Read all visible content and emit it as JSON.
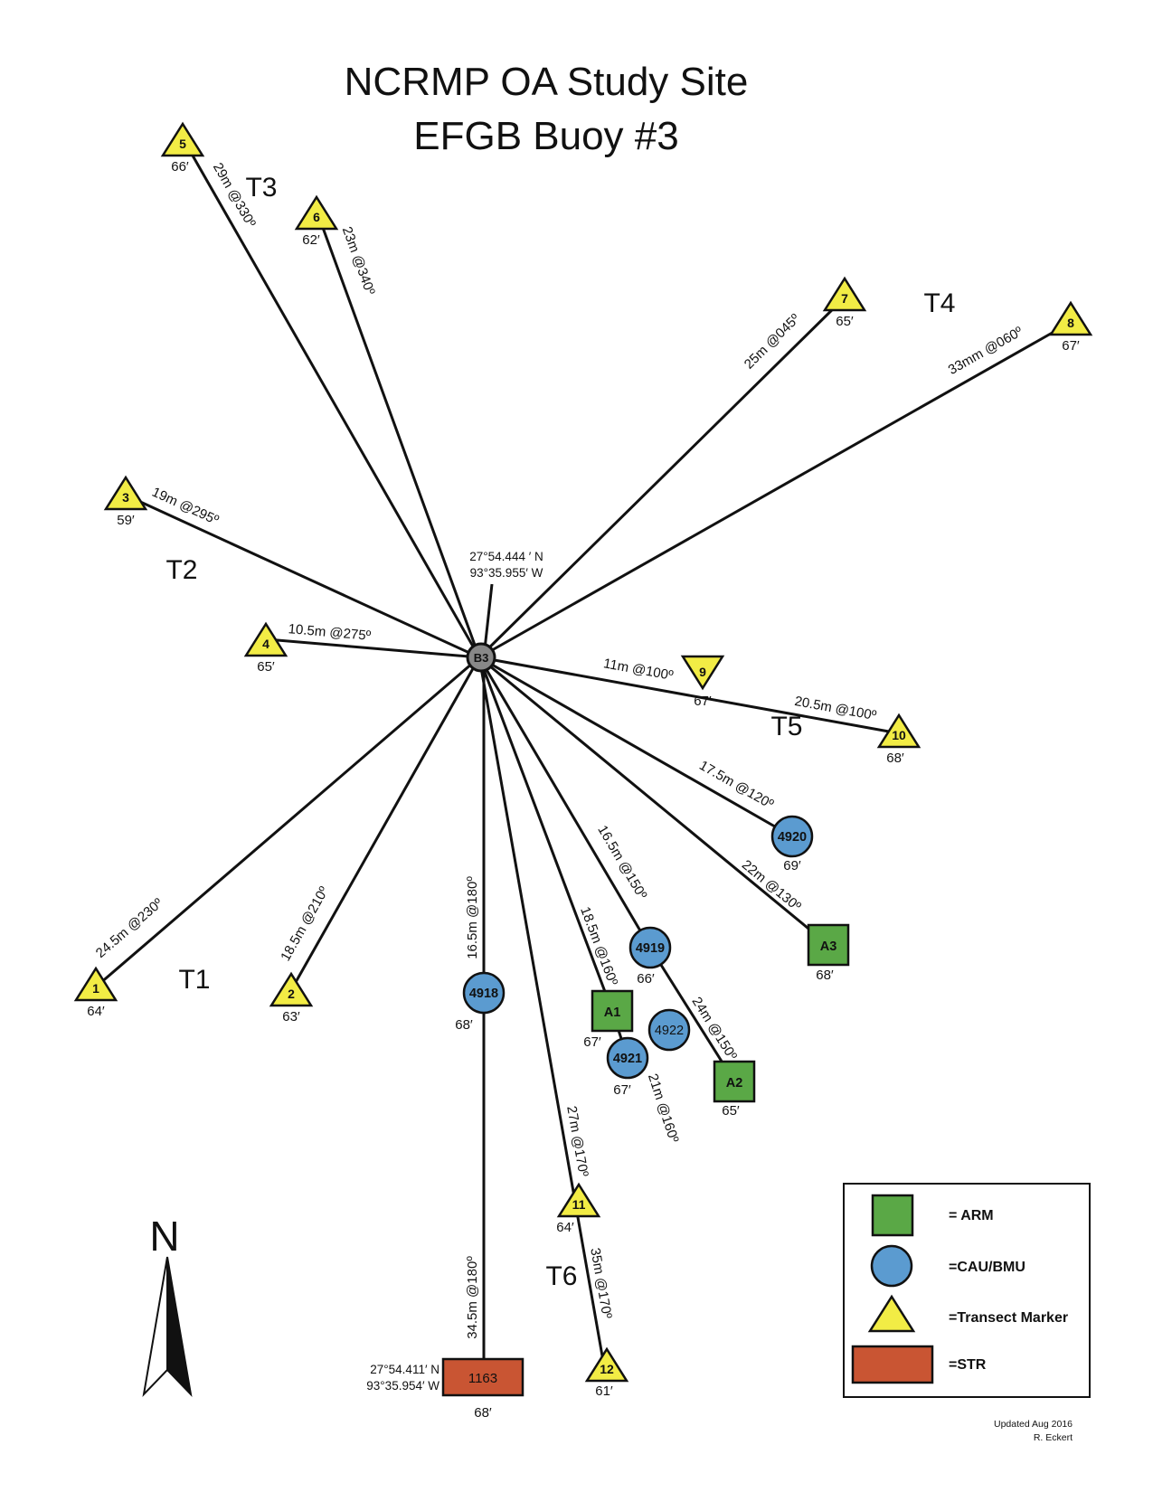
{
  "title": {
    "line1": "NCRMP OA Study Site",
    "line2": "EFGB Buoy #3"
  },
  "colors": {
    "arm": "#5aa846",
    "cau": "#5b9bd0",
    "marker": "#f2ec45",
    "str": "#c95533",
    "buoy": "#888888",
    "line": "#111111"
  },
  "buoy": {
    "label": "B3",
    "coord_line1": "27°54.444 ′ N",
    "coord_line2": "93°35.955′ W"
  },
  "transect_labels": [
    "T1",
    "T2",
    "T3",
    "T4",
    "T5",
    "T6"
  ],
  "markers": [
    {
      "id": "1",
      "depth": "64′"
    },
    {
      "id": "2",
      "depth": "63′"
    },
    {
      "id": "3",
      "depth": "59′"
    },
    {
      "id": "4",
      "depth": "65′"
    },
    {
      "id": "5",
      "depth": "66′"
    },
    {
      "id": "6",
      "depth": "62′"
    },
    {
      "id": "7",
      "depth": "65′"
    },
    {
      "id": "8",
      "depth": "67′"
    },
    {
      "id": "9",
      "depth": "67′"
    },
    {
      "id": "10",
      "depth": "68′"
    },
    {
      "id": "11",
      "depth": "64′"
    },
    {
      "id": "12",
      "depth": "61′"
    }
  ],
  "caus": [
    {
      "id": "4918",
      "depth": "68′"
    },
    {
      "id": "4919",
      "depth": "66′"
    },
    {
      "id": "4920",
      "depth": "69′"
    },
    {
      "id": "4921",
      "depth": "67′"
    },
    {
      "id": "4922",
      "depth": ""
    }
  ],
  "arms": [
    {
      "id": "A1",
      "depth": "67′"
    },
    {
      "id": "A2",
      "depth": "65′"
    },
    {
      "id": "A3",
      "depth": "68′"
    }
  ],
  "str": {
    "id": "1163",
    "depth": "68′",
    "coord_line1": "27°54.411′ N",
    "coord_line2": "93°35.954′ W"
  },
  "distances": [
    "24.5m @230º",
    "18.5m @210º",
    "19m @295º",
    "10.5m @275º",
    "29m @330º",
    "23m @340º",
    "25m @045º",
    "33mm @060º",
    "11m @100º",
    "20.5m @100º",
    "17.5m @120º",
    "22m @130º",
    "16.5m @150º",
    "24m @150º",
    "18.5m @160º",
    "21m @160º",
    "16.5m @180º",
    "34.5m @180º",
    "27m @170º",
    "35m @170º"
  ],
  "legend": {
    "arm": "=  ARM",
    "cau": "=CAU/BMU",
    "marker": "=Transect Marker",
    "str": "=STR"
  },
  "north": "N",
  "credit": {
    "line1": "Updated Aug 2016",
    "line2": "R. Eckert"
  }
}
